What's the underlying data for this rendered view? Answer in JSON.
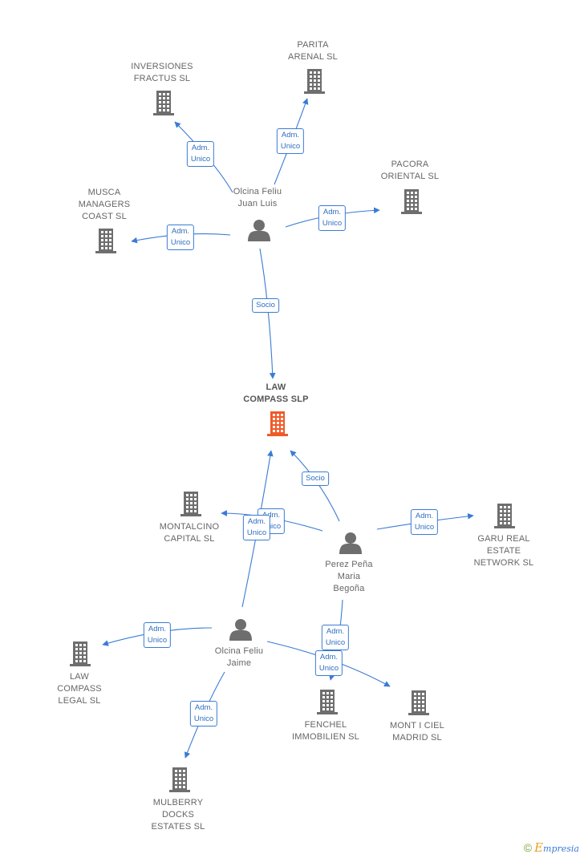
{
  "nodes": [
    {
      "id": "law_compass",
      "label": "LAW\nCOMPASS SLP",
      "type": "company",
      "main": true
    },
    {
      "id": "inversiones",
      "label": "INVERSIONES\nFRACTUS SL",
      "type": "company"
    },
    {
      "id": "parita",
      "label": "PARITA\nARENAL SL",
      "type": "company"
    },
    {
      "id": "pacora",
      "label": "PACORA\nORIENTAL SL",
      "type": "company"
    },
    {
      "id": "musca",
      "label": "MUSCA\nMANAGERS\nCOAST SL",
      "type": "company"
    },
    {
      "id": "olcina_juan",
      "label": "Olcina Feliu\nJuan Luis",
      "type": "person"
    },
    {
      "id": "montalcino",
      "label": "MONTALCINO\nCAPITAL SL",
      "type": "company"
    },
    {
      "id": "garu",
      "label": "GARU REAL\nESTATE\nNETWORK SL",
      "type": "company"
    },
    {
      "id": "perez",
      "label": "Perez Peña\nMaria\nBegoña",
      "type": "person"
    },
    {
      "id": "olcina_jaime",
      "label": "Olcina Feliu\nJaime",
      "type": "person"
    },
    {
      "id": "law_legal",
      "label": "LAW\nCOMPASS\nLEGAL SL",
      "type": "company"
    },
    {
      "id": "fenchel",
      "label": "FENCHEL\nIMMOBILIEN SL",
      "type": "company"
    },
    {
      "id": "montiel",
      "label": "MONT I CIEL\nMADRID SL",
      "type": "company"
    },
    {
      "id": "mulberry",
      "label": "MULBERRY\nDOCKS\nESTATES SL",
      "type": "company"
    }
  ],
  "edges": [
    {
      "from": "olcina_juan",
      "to": "inversiones",
      "label": "Adm.\nUnico"
    },
    {
      "from": "olcina_juan",
      "to": "parita",
      "label": "Adm.\nUnico"
    },
    {
      "from": "olcina_juan",
      "to": "pacora",
      "label": "Adm.\nUnico"
    },
    {
      "from": "olcina_juan",
      "to": "musca",
      "label": "Adm.\nUnico"
    },
    {
      "from": "olcina_juan",
      "to": "law_compass",
      "label": "Socio"
    },
    {
      "from": "perez",
      "to": "law_compass",
      "label": "Socio"
    },
    {
      "from": "perez",
      "to": "montalcino",
      "label": "Adm.\nUnico"
    },
    {
      "from": "olcina_jaime",
      "to": "law_compass",
      "label": "Adm.\nUnico"
    },
    {
      "from": "perez",
      "to": "garu",
      "label": "Adm.\nUnico"
    },
    {
      "from": "perez",
      "to": "fenchel",
      "label": "Adm.\nUnico"
    },
    {
      "from": "olcina_jaime",
      "to": "law_legal",
      "label": "Adm.\nUnico"
    },
    {
      "from": "olcina_jaime",
      "to": "montiel",
      "label": "Adm.\nUnico"
    },
    {
      "from": "olcina_jaime",
      "to": "mulberry",
      "label": "Adm.\nUnico"
    }
  ],
  "colors": {
    "edge": "#3a7bd5",
    "company": "#6e6e6e",
    "main_company": "#f05a28",
    "person": "#6e6e6e"
  },
  "icons": {
    "company": "building-icon",
    "person": "person-icon"
  },
  "footer": {
    "copyright": "©",
    "brand_initial": "E",
    "brand_rest": "mpresia"
  }
}
